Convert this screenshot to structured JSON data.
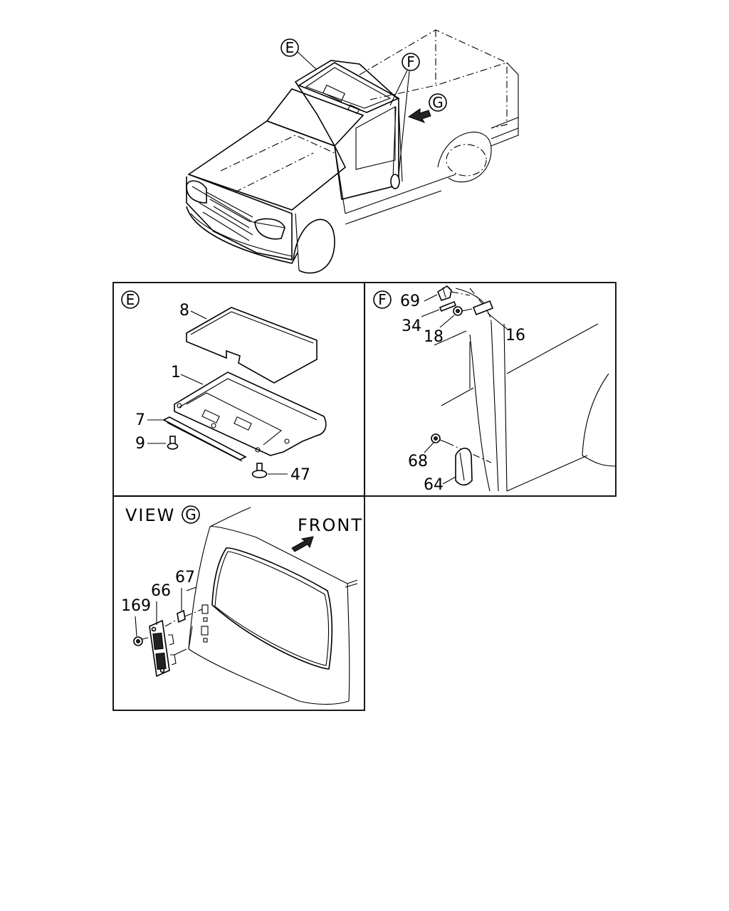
{
  "overview": {
    "callouts": [
      "E",
      "F",
      "G"
    ]
  },
  "panel_e": {
    "tag": "E",
    "parts": [
      "8",
      "1",
      "7",
      "9",
      "47"
    ]
  },
  "panel_f": {
    "tag": "F",
    "parts": [
      "69",
      "34",
      "18",
      "16",
      "68",
      "64"
    ]
  },
  "panel_g": {
    "view_word": "VIEW",
    "tag": "G",
    "front_label": "FRONT",
    "parts": [
      "67",
      "66",
      "169"
    ]
  }
}
